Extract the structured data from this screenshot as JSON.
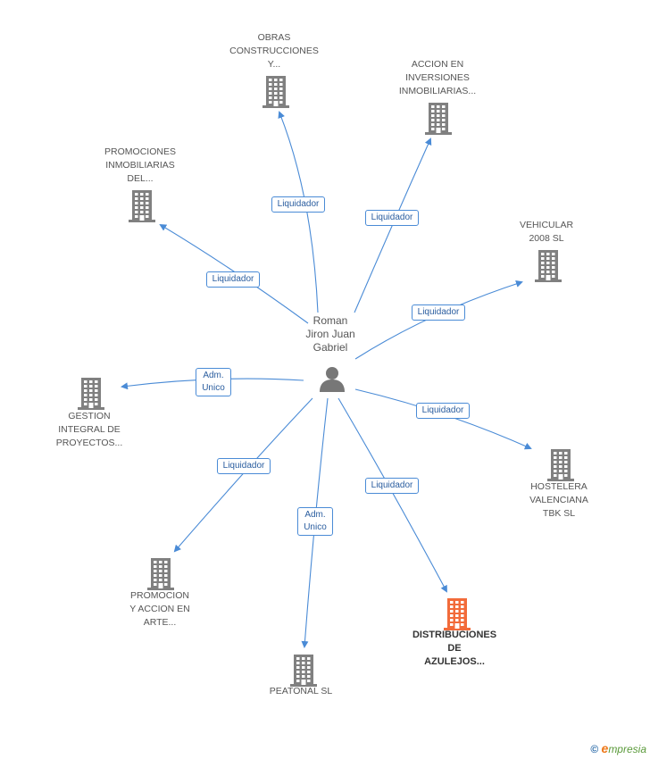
{
  "center": {
    "name": "Roman\nJiron Juan\nGabriel",
    "icon": "person-icon"
  },
  "colors": {
    "building": "#808080",
    "highlight_building": "#f26b3a",
    "edge": "#4a8bd6"
  },
  "nodes": [
    {
      "id": "obras",
      "label": "OBRAS\nCONSTRUCCIONES\nY...",
      "icon": "building-icon",
      "highlight": false
    },
    {
      "id": "accion",
      "label": "ACCION EN\nINVERSIONES\nINMOBILIARIAS...",
      "icon": "building-icon",
      "highlight": false
    },
    {
      "id": "promociones",
      "label": "PROMOCIONES\nINMOBILIARIAS\nDEL...",
      "icon": "building-icon",
      "highlight": false
    },
    {
      "id": "vehicular",
      "label": "VEHICULAR\n2008 SL",
      "icon": "building-icon",
      "highlight": false
    },
    {
      "id": "gestion",
      "label": "GESTION\nINTEGRAL DE\nPROYECTOS...",
      "icon": "building-icon",
      "highlight": false
    },
    {
      "id": "hostelera",
      "label": "HOSTELERA\nVALENCIANA\nTBK SL",
      "icon": "building-icon",
      "highlight": false
    },
    {
      "id": "promocion",
      "label": "PROMOCION\nY ACCION EN\nARTE...",
      "icon": "building-icon",
      "highlight": false
    },
    {
      "id": "peatonal",
      "label": "PEATONAL SL",
      "icon": "building-icon",
      "highlight": false
    },
    {
      "id": "distribuciones",
      "label": "DISTRIBUCIONES\nDE\nAZULEJOS...",
      "icon": "building-icon",
      "highlight": true
    }
  ],
  "edges": [
    {
      "to": "obras",
      "label": "Liquidador"
    },
    {
      "to": "accion",
      "label": "Liquidador"
    },
    {
      "to": "promociones",
      "label": "Liquidador"
    },
    {
      "to": "vehicular",
      "label": "Liquidador"
    },
    {
      "to": "gestion",
      "label": "Adm.\nUnico"
    },
    {
      "to": "hostelera",
      "label": "Liquidador"
    },
    {
      "to": "promocion",
      "label": "Liquidador"
    },
    {
      "to": "peatonal",
      "label": "Adm.\nUnico"
    },
    {
      "to": "distribuciones",
      "label": "Liquidador"
    }
  ],
  "footer": {
    "copyright": "©",
    "brand_initial": "e",
    "brand_rest": "mpresia"
  }
}
